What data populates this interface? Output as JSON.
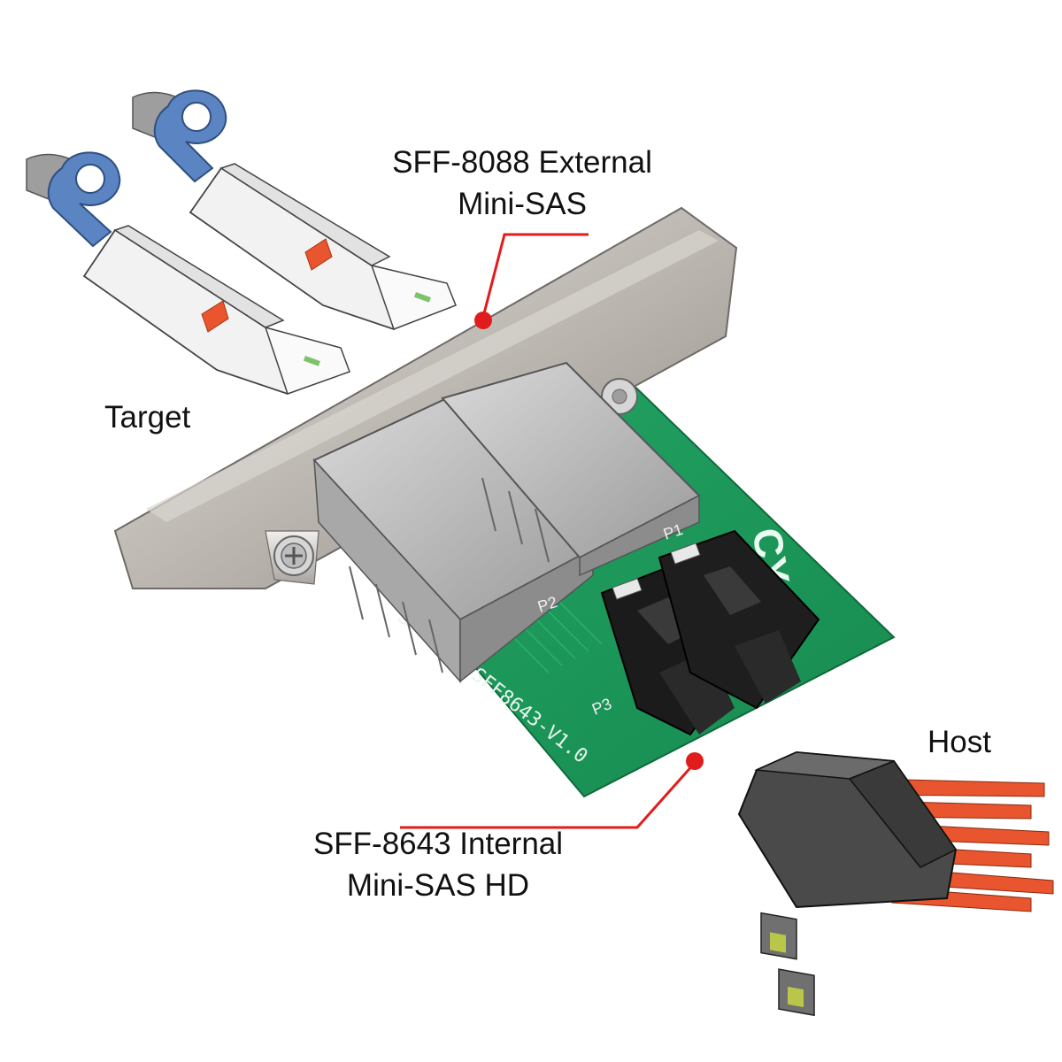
{
  "labels": {
    "external_line1": "SFF-8088 External",
    "external_line2": "Mini-SAS",
    "internal_line1": "SFF-8643 Internal",
    "internal_line2": "Mini-SAS HD",
    "target": "Target",
    "host": "Host"
  },
  "pcb": {
    "silkscreen": "SFF8088-SFF8643-V1.0",
    "port_p1": "P1",
    "port_p2": "P2",
    "port_p3": "P3",
    "logo": "CY"
  },
  "colors": {
    "pcb_green": "#1f9a5c",
    "bracket_gray": "#b7b1ab",
    "callout_red": "#e11c1c",
    "cable_orange": "#e8552e",
    "pull_tab_blue": "#5b84c2"
  }
}
